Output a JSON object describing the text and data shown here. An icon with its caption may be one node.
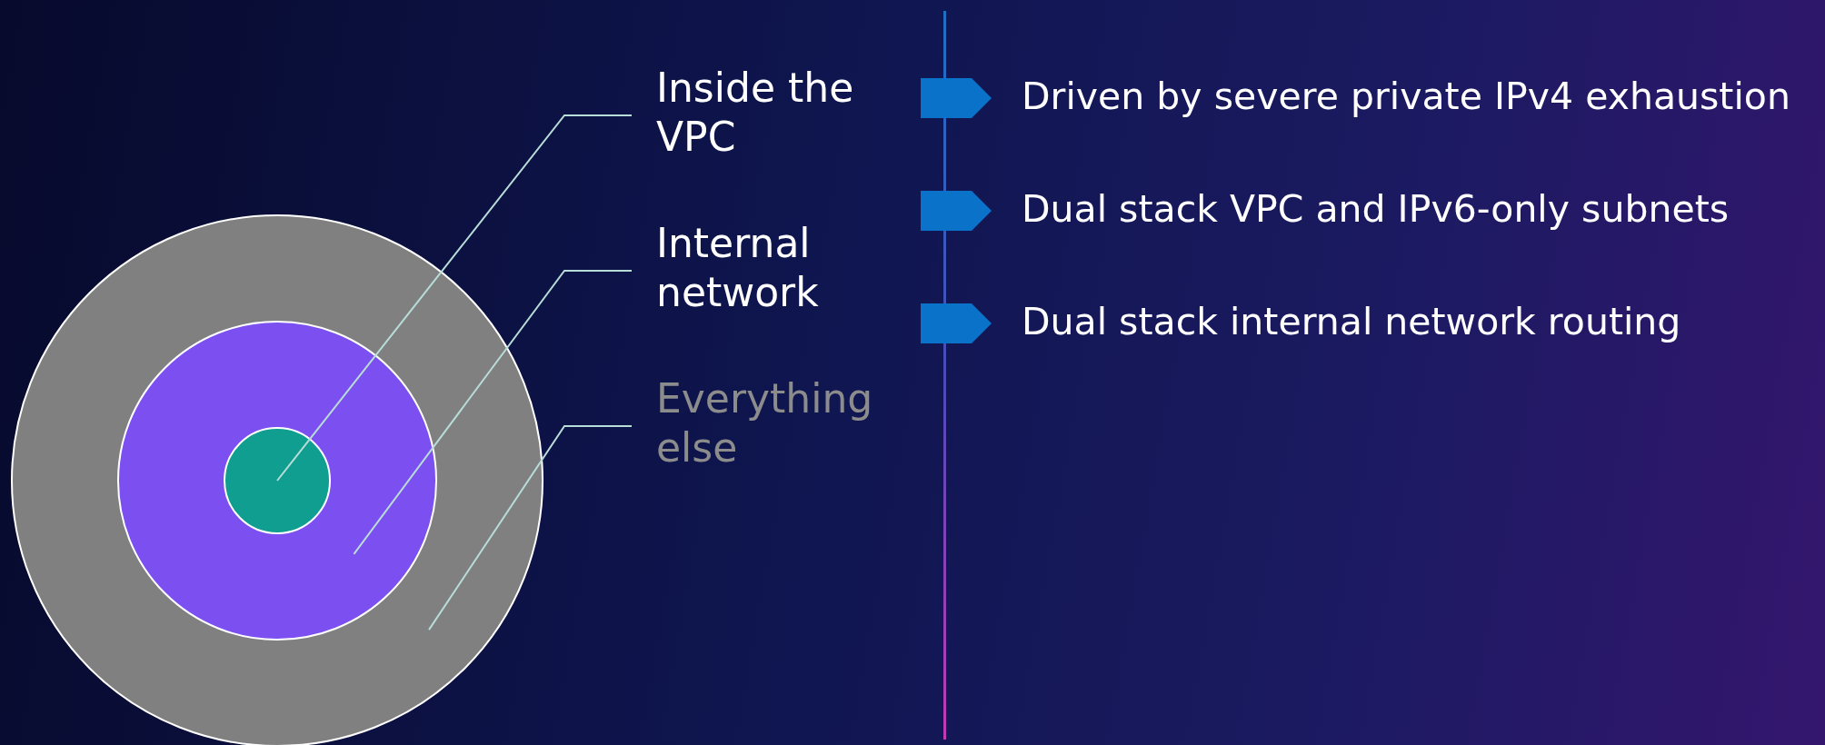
{
  "diagram": {
    "nodes": [
      {
        "text": [],
        "shape": "circle"
      },
      {
        "text": [],
        "shape": "circle",
        "in": 0
      },
      {
        "text": [],
        "shape": "circle",
        "in": 1
      },
      {
        "text": [
          "Inside the VPC"
        ]
      },
      {
        "text": [
          "Internal network"
        ]
      },
      {
        "text": [
          "Everything else"
        ]
      }
    ],
    "edges": [
      {
        "from": 3,
        "to": 2,
        "arrow": "none"
      },
      {
        "from": 4,
        "to": 1,
        "arrow": "none"
      },
      {
        "from": 5,
        "to": 0,
        "arrow": "none"
      }
    ],
    "labels": [
      "Driven by severe private IPv4 exhaustion",
      "Dual stack VPC and IPv6-only subnets",
      "Dual stack internal network routing"
    ]
  }
}
